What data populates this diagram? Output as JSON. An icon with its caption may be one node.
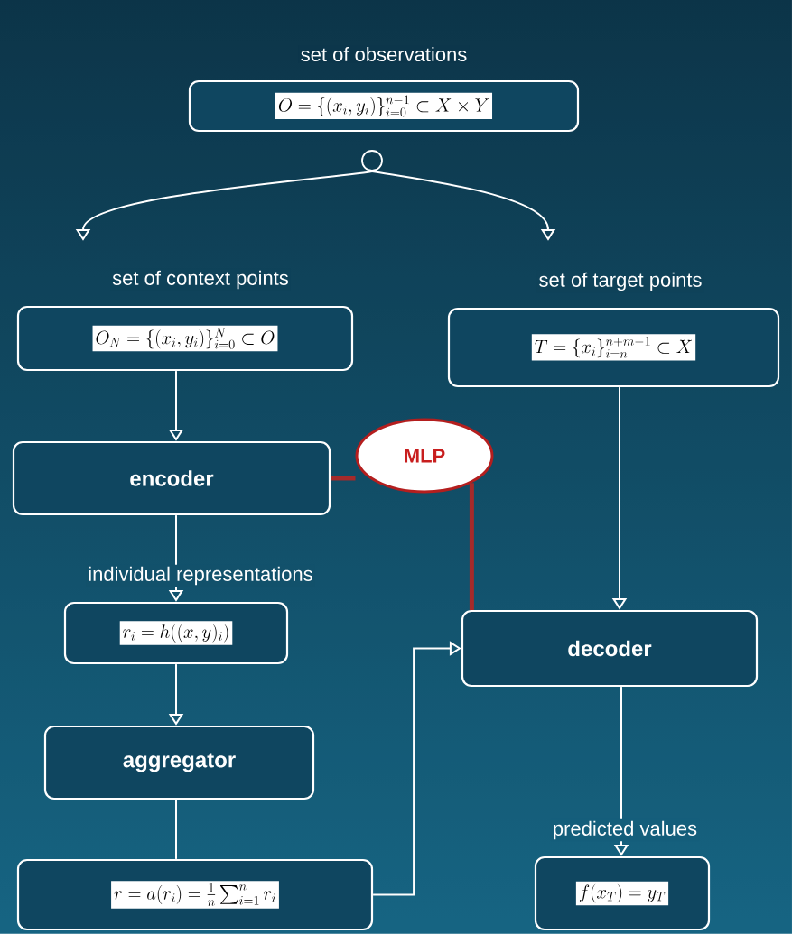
{
  "diagram": {
    "nodes": [
      {
        "text": [
          "set of observations",
          "O = \\{(x_i, y_i)\\}_{i=0}^{n-1} \\subset X \\times Y"
        ]
      },
      {
        "text": [],
        "shape": "circle"
      },
      {
        "text": [
          "set of context points",
          "O_N = \\{(x_i, y_i)\\}_{i=0}^{N} \\subset O"
        ]
      },
      {
        "text": [
          "set of target points",
          "T = \\{x_i\\}_{i=n}^{n+m-1} \\subset X"
        ]
      },
      {
        "text": [
          "encoder"
        ]
      },
      {
        "text": [
          "MLP"
        ]
      },
      {
        "text": [
          "individual representations",
          "r_i = h((x,y)_i)"
        ]
      },
      {
        "text": [
          "aggregator"
        ]
      },
      {
        "text": [
          "r = a(r_i) = \\frac{1}{n}\\sum_{i=1}^{n} r_i"
        ]
      },
      {
        "text": [
          "decoder"
        ]
      },
      {
        "text": [
          "predicted values",
          "f(x_T) = y_T"
        ]
      }
    ],
    "edges": [
      {
        "from": 1,
        "to": 2,
        "arrow": "to"
      },
      {
        "from": 1,
        "to": 3,
        "arrow": "to"
      },
      {
        "from": 2,
        "to": 4,
        "arrow": "to"
      },
      {
        "from": 4,
        "to": 6,
        "arrow": "to"
      },
      {
        "from": 6,
        "to": 7,
        "arrow": "to"
      },
      {
        "from": 7,
        "to": 8,
        "arrow": "none"
      },
      {
        "from": 8,
        "to": 9,
        "arrow": "to"
      },
      {
        "from": 3,
        "to": 9,
        "arrow": "to"
      },
      {
        "from": 9,
        "to": 10,
        "arrow": "to"
      },
      {
        "from": 4,
        "to": 5,
        "arrow": "none",
        "style": "thick",
        "color": "#a52a2a"
      },
      {
        "from": 5,
        "to": 9,
        "arrow": "none",
        "style": "thick",
        "color": "#a52a2a"
      }
    ]
  }
}
